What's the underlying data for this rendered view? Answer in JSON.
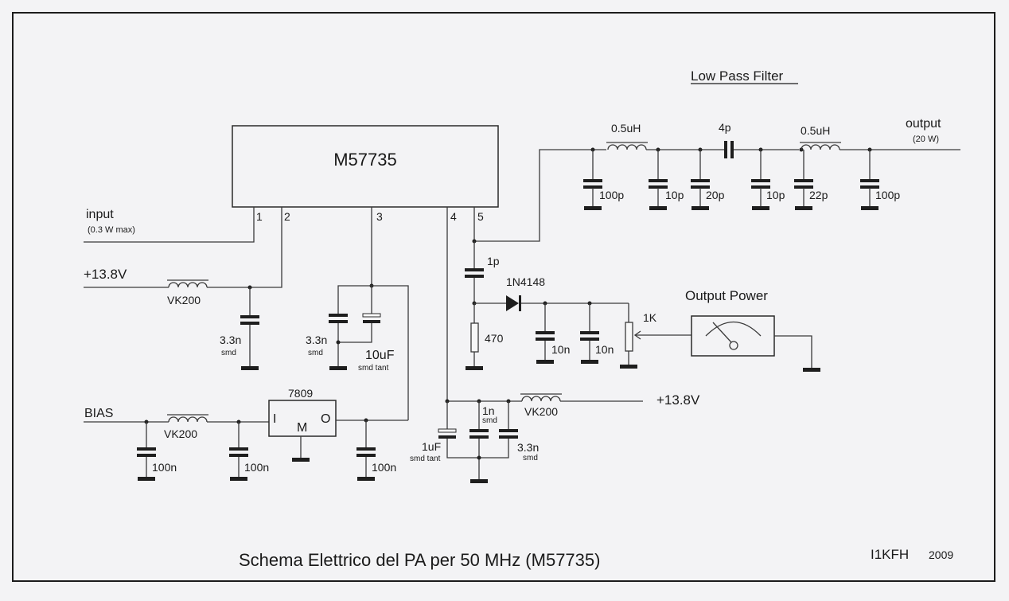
{
  "schematic": {
    "title": "Schema Elettrico del PA per 50 MHz (M57735)",
    "author": "I1KFH",
    "year": "2009",
    "ic": {
      "name": "M57735",
      "pins": [
        "1",
        "2",
        "3",
        "4",
        "5"
      ]
    },
    "input": {
      "label": "input",
      "note": "(0.3 W max)"
    },
    "supply_top": {
      "label": "+13.8V",
      "choke": "VK200",
      "cap_value": "3.3n",
      "cap_note": "smd"
    },
    "pin3_decoupling": {
      "cap_value": "3.3n",
      "cap_note": "smd",
      "tant_value": "10uF",
      "tant_note": "smd tant"
    },
    "bias": {
      "label": "BIAS",
      "choke": "VK200",
      "regulator": {
        "name": "7809",
        "pin_in": "I",
        "pin_gnd": "M",
        "pin_out": "O"
      },
      "caps": [
        "100n",
        "100n",
        "100n"
      ]
    },
    "supply_bottom": {
      "label": "+13.8V",
      "choke": "VK200",
      "tant_value": "1uF",
      "tant_note": "smd tant",
      "cap1_value": "1n",
      "cap1_note": "smd",
      "cap2_value": "3.3n",
      "cap2_note": "smd"
    },
    "low_pass_filter": {
      "title": "Low Pass Filter",
      "inductors": [
        "0.5uH",
        "0.5uH"
      ],
      "series_cap": "4p",
      "shunt_caps": [
        "100p",
        "10p",
        "20p",
        "10p",
        "22p",
        "100p"
      ],
      "output_label": "output",
      "output_note": "(20 W)"
    },
    "detector": {
      "coupling_cap": "1p",
      "diode": "1N4148",
      "resistor": "470",
      "caps": [
        "10n",
        "10n"
      ],
      "pot": "1K",
      "meter_label": "Output Power"
    }
  }
}
